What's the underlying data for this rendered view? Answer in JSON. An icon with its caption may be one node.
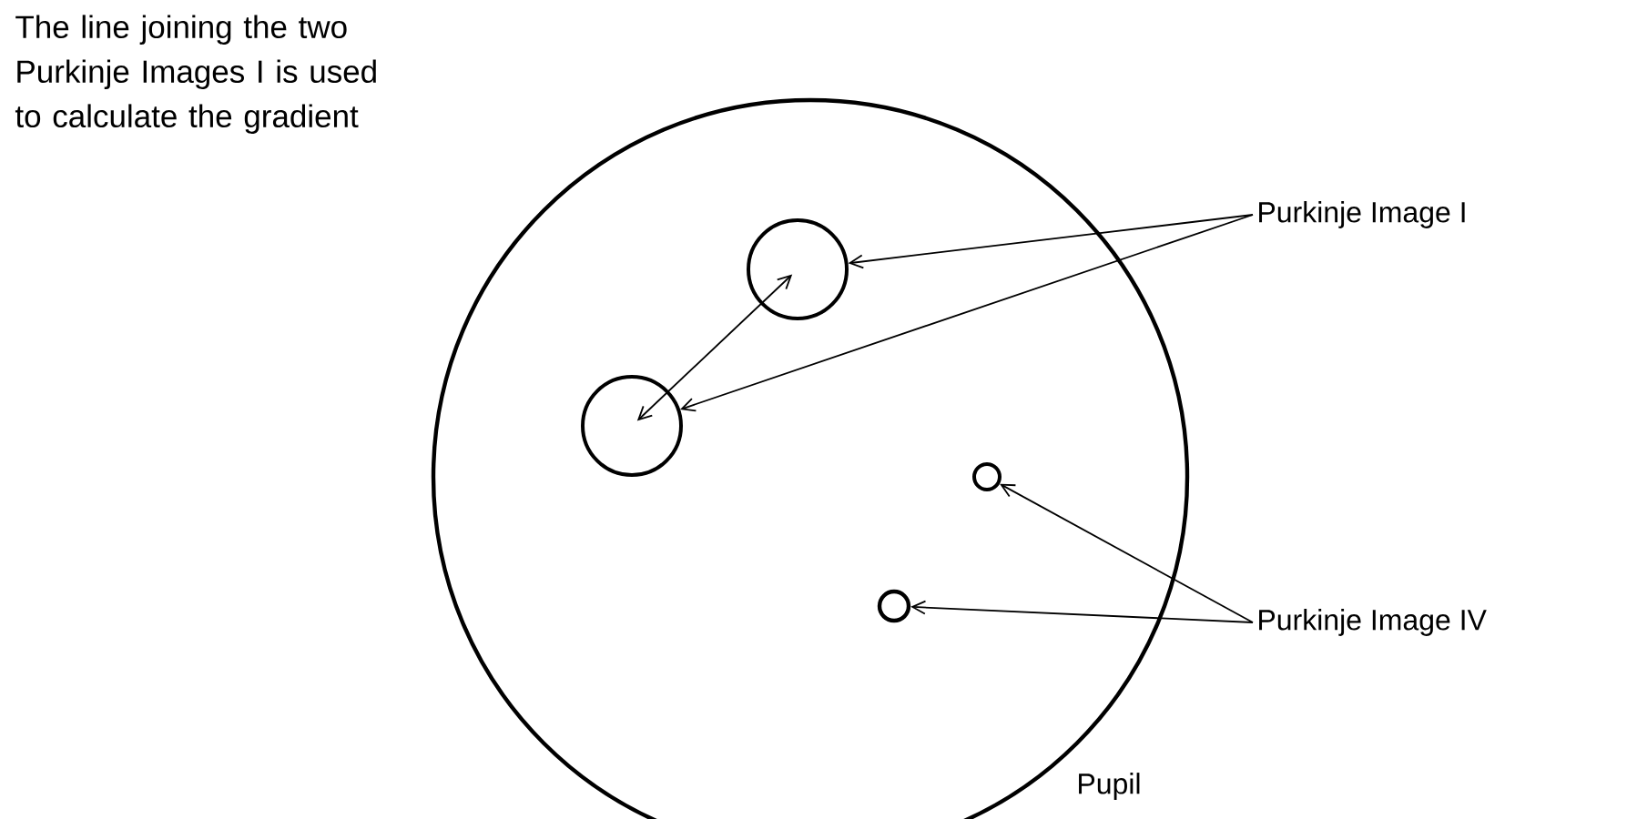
{
  "diagram": {
    "nodes": [
      {
        "text": [],
        "shape": "circle",
        "beside": [
          "Pupil"
        ]
      },
      {
        "text": [],
        "shape": "circle",
        "in": 0
      },
      {
        "text": [],
        "shape": "circle",
        "in": 0
      },
      {
        "text": [],
        "shape": "circle",
        "in": 0
      },
      {
        "text": [],
        "shape": "circle",
        "in": 0
      },
      {
        "text": [
          "Purkinje Image I"
        ]
      },
      {
        "text": [
          "Purkinje Image IV"
        ]
      }
    ],
    "edges": [
      {
        "from": 5,
        "to": 1,
        "arrow": "to"
      },
      {
        "from": 5,
        "to": 2,
        "arrow": "to"
      },
      {
        "from": 1,
        "to": 2,
        "arrow": "both"
      },
      {
        "from": 6,
        "to": 3,
        "arrow": "to"
      },
      {
        "from": 6,
        "to": 4,
        "arrow": "to"
      }
    ],
    "labels": [
      "The line joining the two Purkinje Images I is used to calculate the gradient"
    ]
  }
}
